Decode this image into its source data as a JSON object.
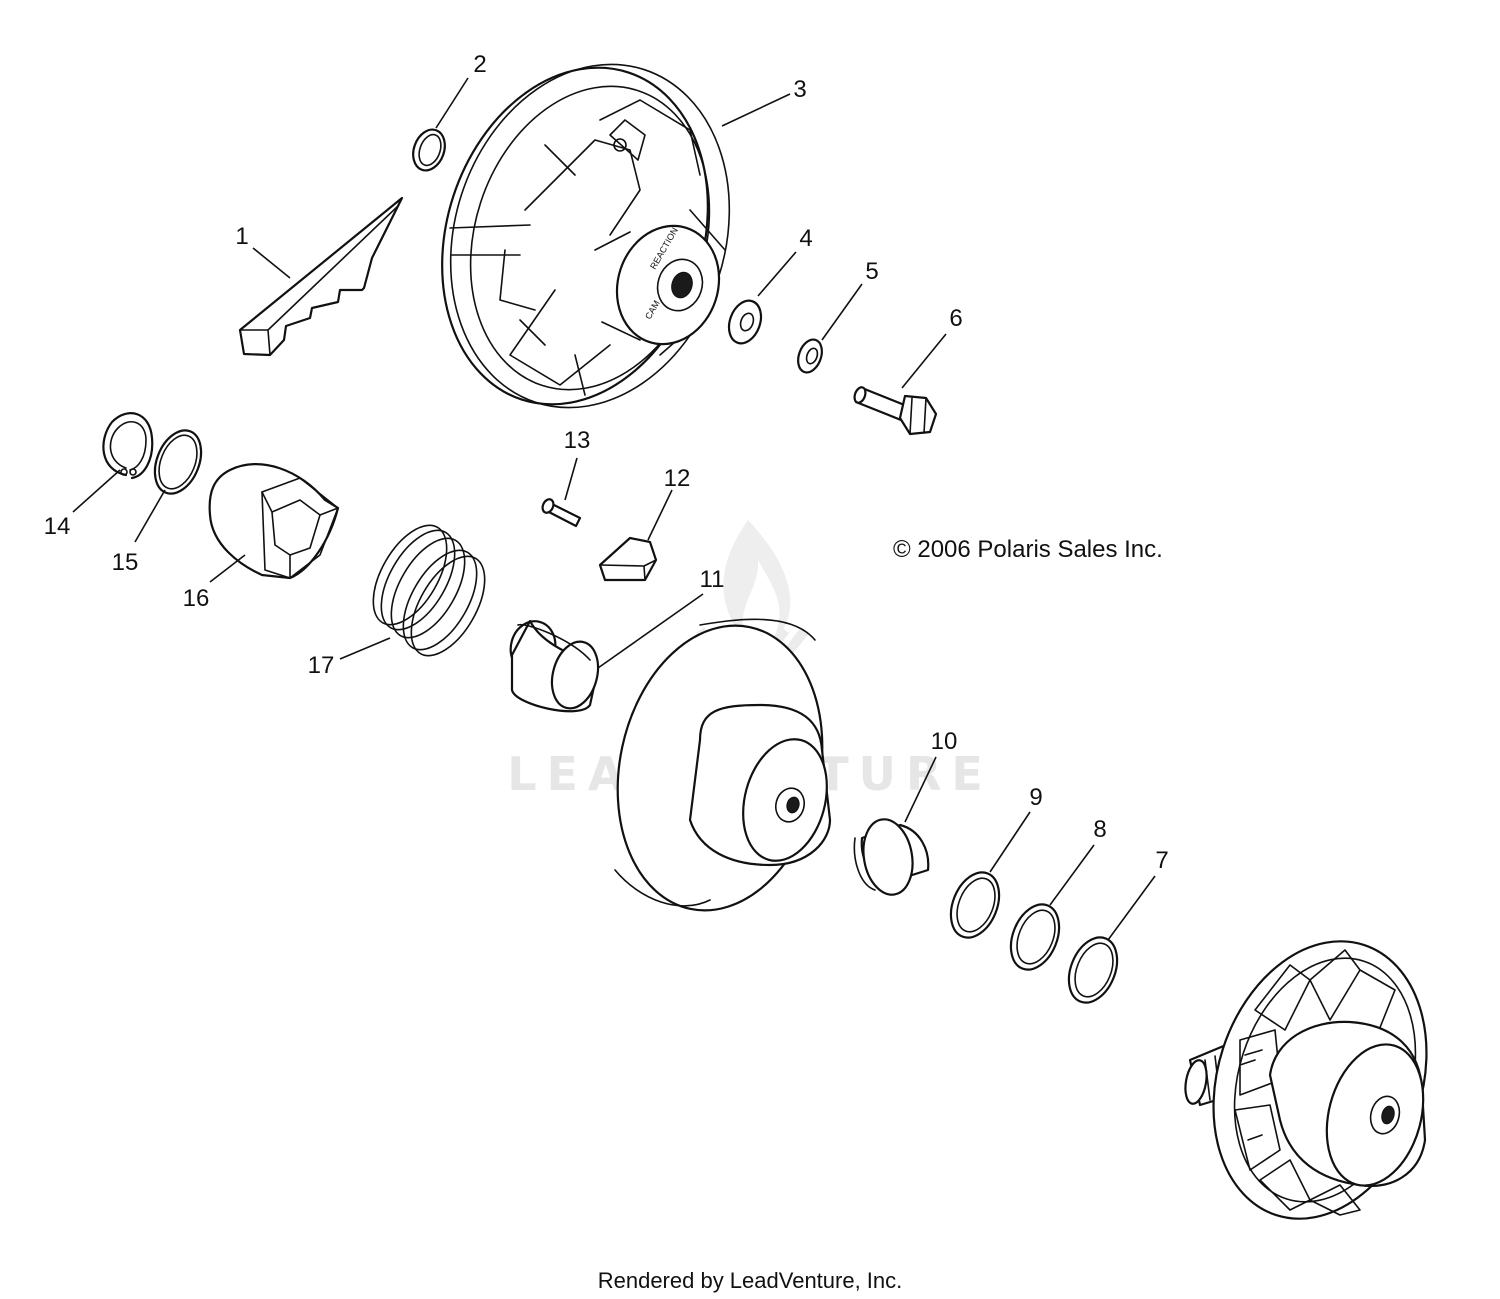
{
  "diagram": {
    "callouts": [
      "1",
      "2",
      "3",
      "4",
      "5",
      "6",
      "7",
      "8",
      "9",
      "10",
      "11",
      "12",
      "13",
      "14",
      "15",
      "16",
      "17"
    ],
    "copyright": "© 2006 Polaris Sales Inc.",
    "watermark": "LEADVENTURE",
    "footer": "Rendered by LeadVenture, Inc.",
    "sheave_label_top": "REACTION",
    "sheave_label_bottom": "CAM"
  }
}
